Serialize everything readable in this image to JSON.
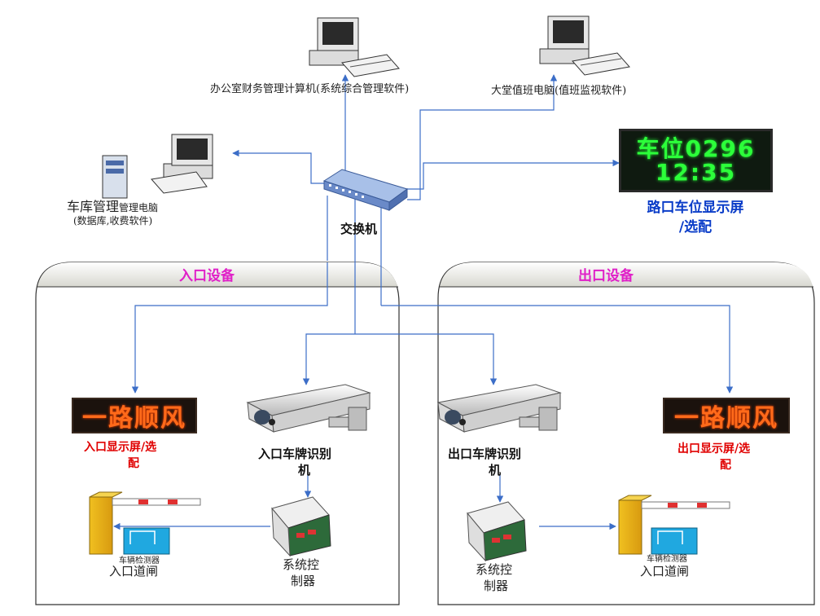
{
  "nodes": {
    "office_pc": "办公室财务管理计算机(系统综合管理软件)",
    "lobby_pc": "大堂值班电脑(值班监视软件)",
    "garage_title": "车库管理",
    "garage_sub": "管理电脑",
    "garage_software": "(数据库,收费软件)",
    "switch": "交换机",
    "road_display_line1": "路口车位显示屏",
    "road_display_line2": "/选配",
    "road_led_line1": "车位0296",
    "road_led_line2": "12:35"
  },
  "entry": {
    "section_title": "入口设备",
    "led_text": "一路顺风",
    "display_line1": "入口显示屏/选",
    "display_line2": "配",
    "camera_line1": "入口车牌识别",
    "camera_line2": "机",
    "controller_line1": "系统控",
    "controller_line2": "制器",
    "detector": "车辆检测器",
    "barrier": "入口道闸"
  },
  "exit": {
    "section_title": "出口设备",
    "led_text": "一路顺风",
    "display_line1": "出口显示屏/选",
    "display_line2": "配",
    "camera_line1": "出口车牌识别",
    "camera_line2": "机",
    "controller_line1": "系统控",
    "controller_line2": "制器",
    "detector": "车辆检测器",
    "barrier": "入口道闸"
  },
  "colors": {
    "connector": "#3c6ec8",
    "section_title": "#e020c8",
    "red_label": "#e00000",
    "blue_label": "#0a3cc8"
  }
}
